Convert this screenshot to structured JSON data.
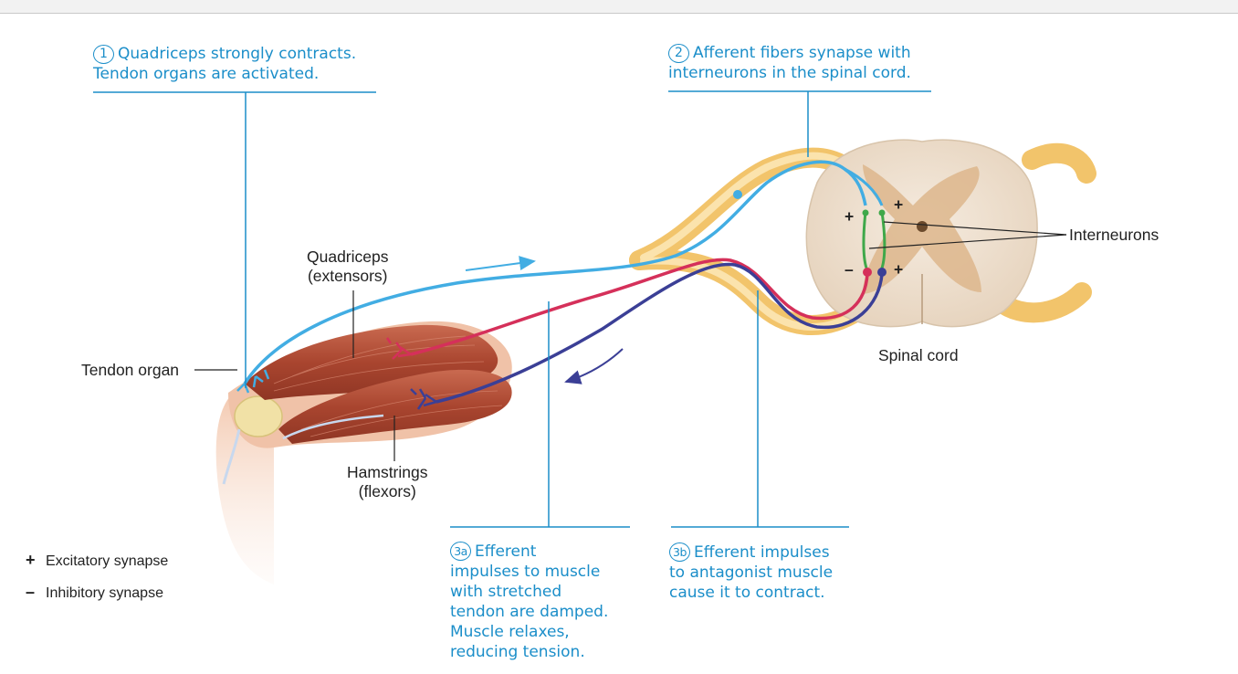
{
  "steps": {
    "s1": {
      "num": "1",
      "line1": "Quadriceps strongly contracts.",
      "line2": "Tendon organs are activated."
    },
    "s2": {
      "num": "2",
      "line1": "Afferent fibers synapse with",
      "line2": "interneurons in the spinal cord."
    },
    "s3a": {
      "num": "3a",
      "line1": "Efferent",
      "line2": "impulses to muscle",
      "line3": "with stretched",
      "line4": "tendon are damped.",
      "line5": "Muscle relaxes,",
      "line6": "reducing tension."
    },
    "s3b": {
      "num": "3b",
      "line1": "Efferent impulses",
      "line2": "to antagonist muscle",
      "line3": "cause it to contract."
    }
  },
  "labels": {
    "quadriceps": "Quadriceps",
    "extensors": "(extensors)",
    "hamstrings": "Hamstrings",
    "flexors": "(flexors)",
    "tendon_organ": "Tendon organ",
    "interneurons": "Interneurons",
    "spinal_cord": "Spinal cord"
  },
  "synapse_signs": {
    "plus": "+",
    "minus": "–"
  },
  "legend": [
    {
      "symbol": "+",
      "text": "Excitatory synapse"
    },
    {
      "symbol": "–",
      "text": "Inhibitory synapse"
    }
  ],
  "colors": {
    "afferent": "#42ade3",
    "efferent_inhibited": "#d5305a",
    "efferent_antagonist": "#3b3f96",
    "interneuron": "#3fa84a",
    "callout": "#1b8ec9",
    "nerve": "#f2c46b",
    "muscle": "#b4533b",
    "spinal_cord": "#efe0cf",
    "gray_matter": "#ddb68c"
  }
}
